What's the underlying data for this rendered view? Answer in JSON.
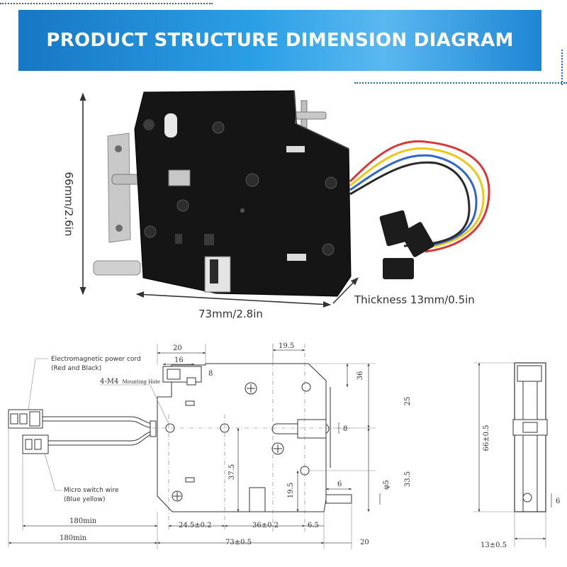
{
  "banner": {
    "title": "PRODUCT STRUCTURE DIMENSION DIAGRAM"
  },
  "photo": {
    "height_label": "66mm/2.6in",
    "width_label": "73mm/2.8in",
    "thickness_label": "Thickness 13mm/0.5in"
  },
  "drawing": {
    "power_cord_label": "Electromagnetic power cord",
    "power_cord_sub": "(Red and Black)",
    "mount_label": "4-M4",
    "mount_sub": "Mounting Hole",
    "switch_label": "Micro switch wire",
    "switch_sub": "(Blue yellow)",
    "dims": {
      "d20_top": "20",
      "d16": "16",
      "d8_top": "8",
      "d19_5_top": "19.5",
      "d36_right": "36",
      "d25": "25",
      "d8_mid": "8",
      "d37_5": "37.5",
      "d33_5": "33.5",
      "d19_5_low": "19.5",
      "d6_low": "6",
      "phi5": "φ5",
      "d180_inner": "180min",
      "d180_outer": "180min",
      "d24_5": "24.5±0.2",
      "d36_bottom": "36±0.2",
      "d6_5": "6.5",
      "d73": "73±0.5",
      "d20_bottom": "20",
      "side_height": "66±0.5",
      "side_6": "6",
      "side_thick": "13±0.5"
    }
  }
}
